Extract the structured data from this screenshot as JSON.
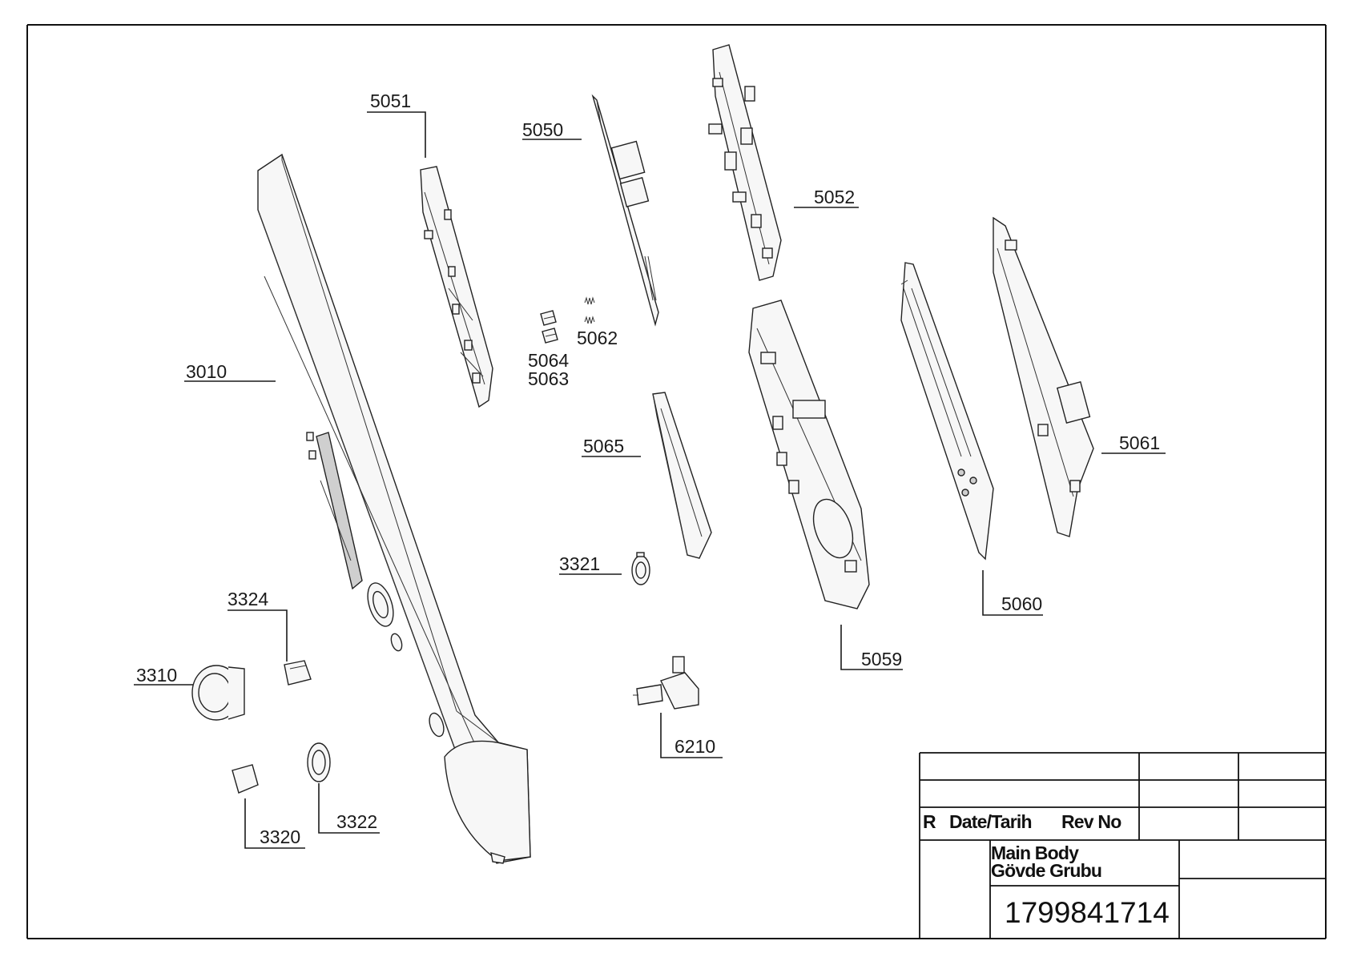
{
  "parts": [
    {
      "id": "3010",
      "label": "3010"
    },
    {
      "id": "5051",
      "label": "5051"
    },
    {
      "id": "5050",
      "label": "5050"
    },
    {
      "id": "5052",
      "label": "5052"
    },
    {
      "id": "5062",
      "label": "5062"
    },
    {
      "id": "5064",
      "label": "5064"
    },
    {
      "id": "5063",
      "label": "5063"
    },
    {
      "id": "5065",
      "label": "5065"
    },
    {
      "id": "5061",
      "label": "5061"
    },
    {
      "id": "3321",
      "label": "3321"
    },
    {
      "id": "5060",
      "label": "5060"
    },
    {
      "id": "3324",
      "label": "3324"
    },
    {
      "id": "3310",
      "label": "3310"
    },
    {
      "id": "5059",
      "label": "5059"
    },
    {
      "id": "6210",
      "label": "6210"
    },
    {
      "id": "3320",
      "label": "3320"
    },
    {
      "id": "3322",
      "label": "3322"
    }
  ],
  "title_block": {
    "rev_r": "R",
    "rev_date": "Date/Tarih",
    "rev_no": "Rev No",
    "title_line1": "Main Body",
    "title_line2": "Gövde Grubu",
    "drawing_number": "1799841714"
  }
}
